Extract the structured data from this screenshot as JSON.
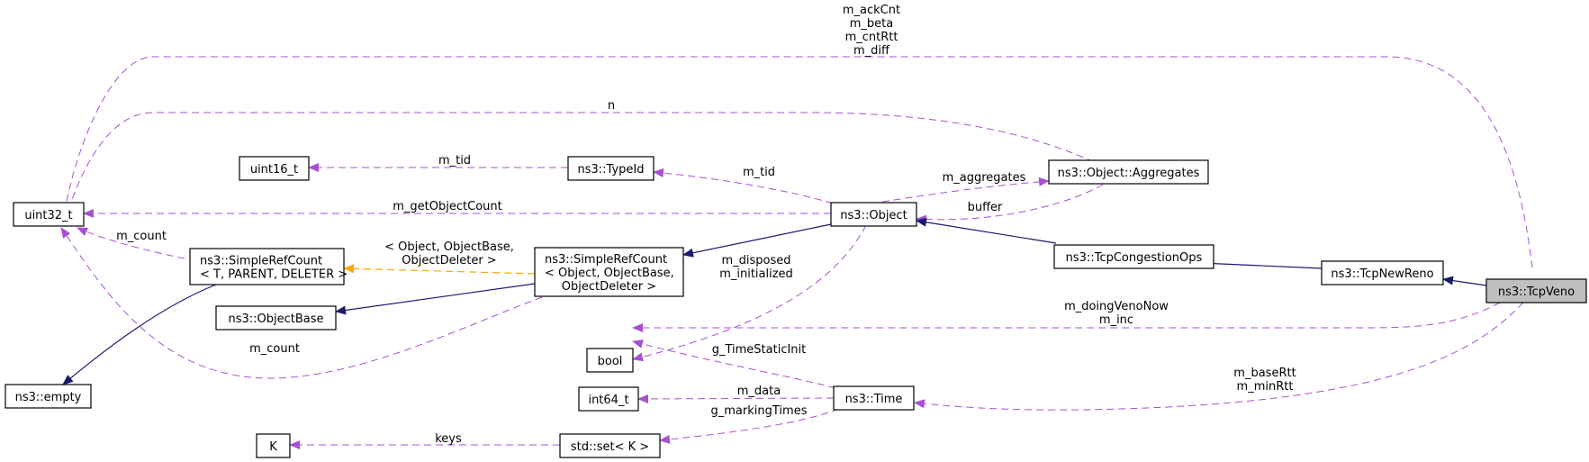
{
  "diagram": {
    "title": "ns3::TcpVeno collaboration graph",
    "colors": {
      "usage_edge": "#9a32cd",
      "template_edge": "#ffa500",
      "inheritance_edge": "#191970",
      "focus_node_fill": "#bfbfbf",
      "node_fill": "#ffffff"
    },
    "nodes": {
      "uint32": {
        "label": [
          "uint32_t"
        ]
      },
      "uint16": {
        "label": [
          "uint16_t"
        ]
      },
      "typeid": {
        "label": [
          "ns3::TypeId"
        ]
      },
      "object": {
        "label": [
          "ns3::Object"
        ]
      },
      "aggregates": {
        "label": [
          "ns3::Object::Aggregates"
        ]
      },
      "srcT": {
        "label": [
          "ns3::SimpleRefCount",
          "< T, PARENT, DELETER >"
        ]
      },
      "srcObj": {
        "label": [
          "ns3::SimpleRefCount",
          "< Object, ObjectBase,",
          "ObjectDeleter >"
        ]
      },
      "objectbase": {
        "label": [
          "ns3::ObjectBase"
        ]
      },
      "empty": {
        "label": [
          "ns3::empty"
        ]
      },
      "congops": {
        "label": [
          "ns3::TcpCongestionOps"
        ]
      },
      "newreno": {
        "label": [
          "ns3::TcpNewReno"
        ]
      },
      "veno": {
        "label": [
          "ns3::TcpVeno"
        ]
      },
      "bool": {
        "label": [
          "bool"
        ]
      },
      "int64": {
        "label": [
          "int64_t"
        ]
      },
      "time": {
        "label": [
          "ns3::Time"
        ]
      },
      "k": {
        "label": [
          "K"
        ]
      },
      "stdset": {
        "label": [
          "std::set< K >"
        ]
      }
    },
    "edges": [
      {
        "id": "veno-uint32",
        "type": "usage",
        "from": "veno",
        "to": "uint32",
        "label": [
          "m_ackCnt",
          "m_beta",
          "m_cntRtt",
          "m_diff"
        ]
      },
      {
        "id": "aggregates-uint32",
        "type": "usage",
        "from": "aggregates",
        "to": "uint32",
        "label": [
          "n"
        ]
      },
      {
        "id": "typeid-uint16",
        "type": "usage",
        "from": "typeid",
        "to": "uint16",
        "label": [
          "m_tid"
        ]
      },
      {
        "id": "object-typeid",
        "type": "usage",
        "from": "object",
        "to": "typeid",
        "label": [
          "m_tid"
        ]
      },
      {
        "id": "object-aggregates",
        "type": "usage",
        "from": "object",
        "to": "aggregates",
        "label": [
          "m_aggregates"
        ]
      },
      {
        "id": "aggregates-object",
        "type": "usage",
        "from": "aggregates",
        "to": "object",
        "label": [
          "buffer"
        ]
      },
      {
        "id": "object-uint32",
        "type": "usage",
        "from": "object",
        "to": "uint32",
        "label": [
          "m_getObjectCount"
        ]
      },
      {
        "id": "srcT-uint32",
        "type": "usage",
        "from": "srcT",
        "to": "uint32",
        "label": [
          "m_count"
        ]
      },
      {
        "id": "srcObj-uint32",
        "type": "usage",
        "from": "srcObj",
        "to": "uint32",
        "label": [
          "m_count"
        ]
      },
      {
        "id": "srcObj-srcT",
        "type": "template",
        "from": "srcObj",
        "to": "srcT",
        "label": [
          "< Object, ObjectBase,",
          "ObjectDeleter >"
        ]
      },
      {
        "id": "object-srcObj",
        "type": "inheritance",
        "from": "object",
        "to": "srcObj",
        "label": []
      },
      {
        "id": "srcObj-objectbase",
        "type": "inheritance",
        "from": "srcObj",
        "to": "objectbase",
        "label": []
      },
      {
        "id": "srcT-empty",
        "type": "inheritance",
        "from": "srcT",
        "to": "empty",
        "label": []
      },
      {
        "id": "congops-object",
        "type": "inheritance",
        "from": "congops",
        "to": "object",
        "label": []
      },
      {
        "id": "newreno-congops",
        "type": "inheritance",
        "from": "newreno",
        "to": "congops",
        "label": []
      },
      {
        "id": "veno-newreno",
        "type": "inheritance",
        "from": "veno",
        "to": "newreno",
        "label": []
      },
      {
        "id": "object-bool",
        "type": "usage",
        "from": "object",
        "to": "bool",
        "label": [
          "m_disposed",
          "m_initialized"
        ]
      },
      {
        "id": "veno-bool",
        "type": "usage",
        "from": "veno",
        "to": "bool",
        "label": [
          "m_doingVenoNow",
          "m_inc"
        ]
      },
      {
        "id": "time-bool",
        "type": "usage",
        "from": "time",
        "to": "bool",
        "label": [
          "g_TimeStaticInit"
        ]
      },
      {
        "id": "time-int64",
        "type": "usage",
        "from": "time",
        "to": "int64",
        "label": [
          "m_data"
        ]
      },
      {
        "id": "time-stdset",
        "type": "usage",
        "from": "time",
        "to": "stdset",
        "label": [
          "g_markingTimes"
        ]
      },
      {
        "id": "stdset-k",
        "type": "usage",
        "from": "stdset",
        "to": "k",
        "label": [
          "keys"
        ]
      },
      {
        "id": "veno-time",
        "type": "usage",
        "from": "veno",
        "to": "time",
        "label": [
          "m_baseRtt",
          "m_minRtt"
        ]
      }
    ]
  }
}
